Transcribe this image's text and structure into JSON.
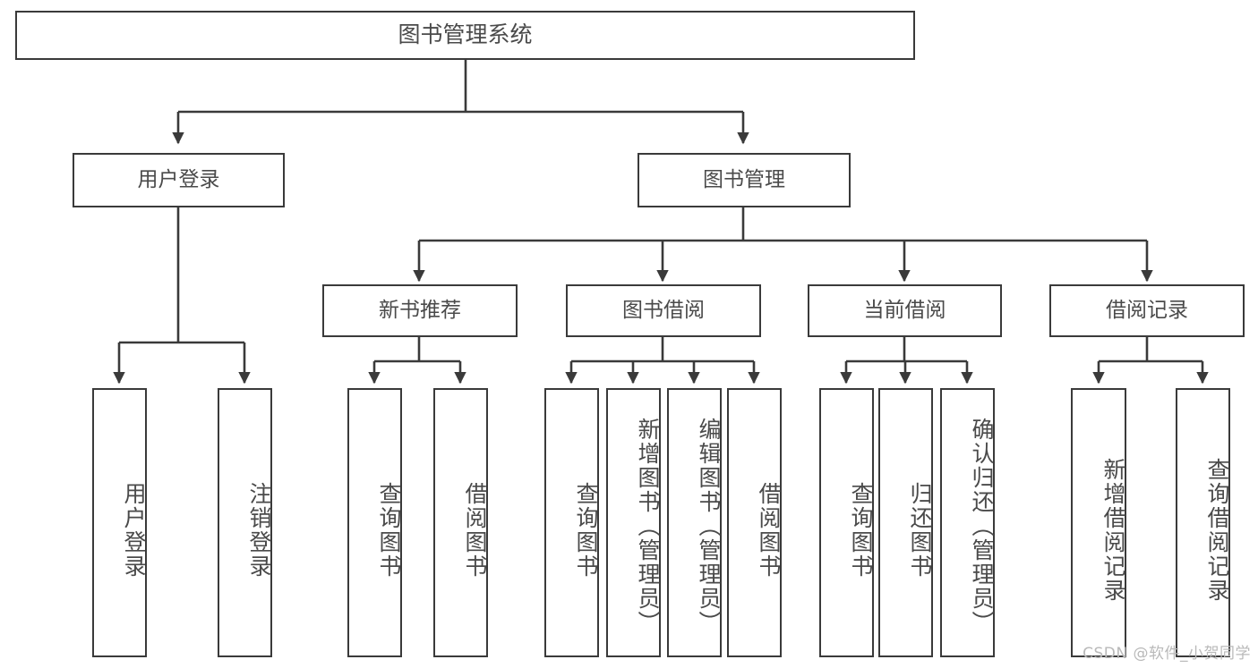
{
  "diagram": {
    "title": "图书管理系统",
    "type": "tree-hierarchy-chart",
    "root": {
      "label": "图书管理系统"
    },
    "level2": [
      {
        "label": "用户登录"
      },
      {
        "label": "图书管理"
      }
    ],
    "level3": [
      {
        "label": "新书推荐"
      },
      {
        "label": "图书借阅"
      },
      {
        "label": "当前借阅"
      },
      {
        "label": "借阅记录"
      }
    ],
    "leaves": {
      "user_login": [
        {
          "label": "用户登录"
        },
        {
          "label": "注销登录"
        }
      ],
      "new_book_recommend": [
        {
          "label": "查询图书"
        },
        {
          "label": "借阅图书"
        }
      ],
      "book_borrow": [
        {
          "label": "查询图书"
        },
        {
          "label": "新增图书（管理员）"
        },
        {
          "label": "编辑图书（管理员）"
        },
        {
          "label": "借阅图书"
        }
      ],
      "current_borrow": [
        {
          "label": "查询图书"
        },
        {
          "label": "归还图书"
        },
        {
          "label": "确认归还（管理员）"
        }
      ],
      "borrow_record": [
        {
          "label": "新增借阅记录"
        },
        {
          "label": "查询借阅记录"
        }
      ]
    }
  },
  "watermark": {
    "text": "CSDN @软件_小贺同学"
  },
  "colors": {
    "stroke": "#3a3a3a",
    "text": "#4a4a4a",
    "background": "#ffffff",
    "watermark": "#b9b9b9"
  }
}
